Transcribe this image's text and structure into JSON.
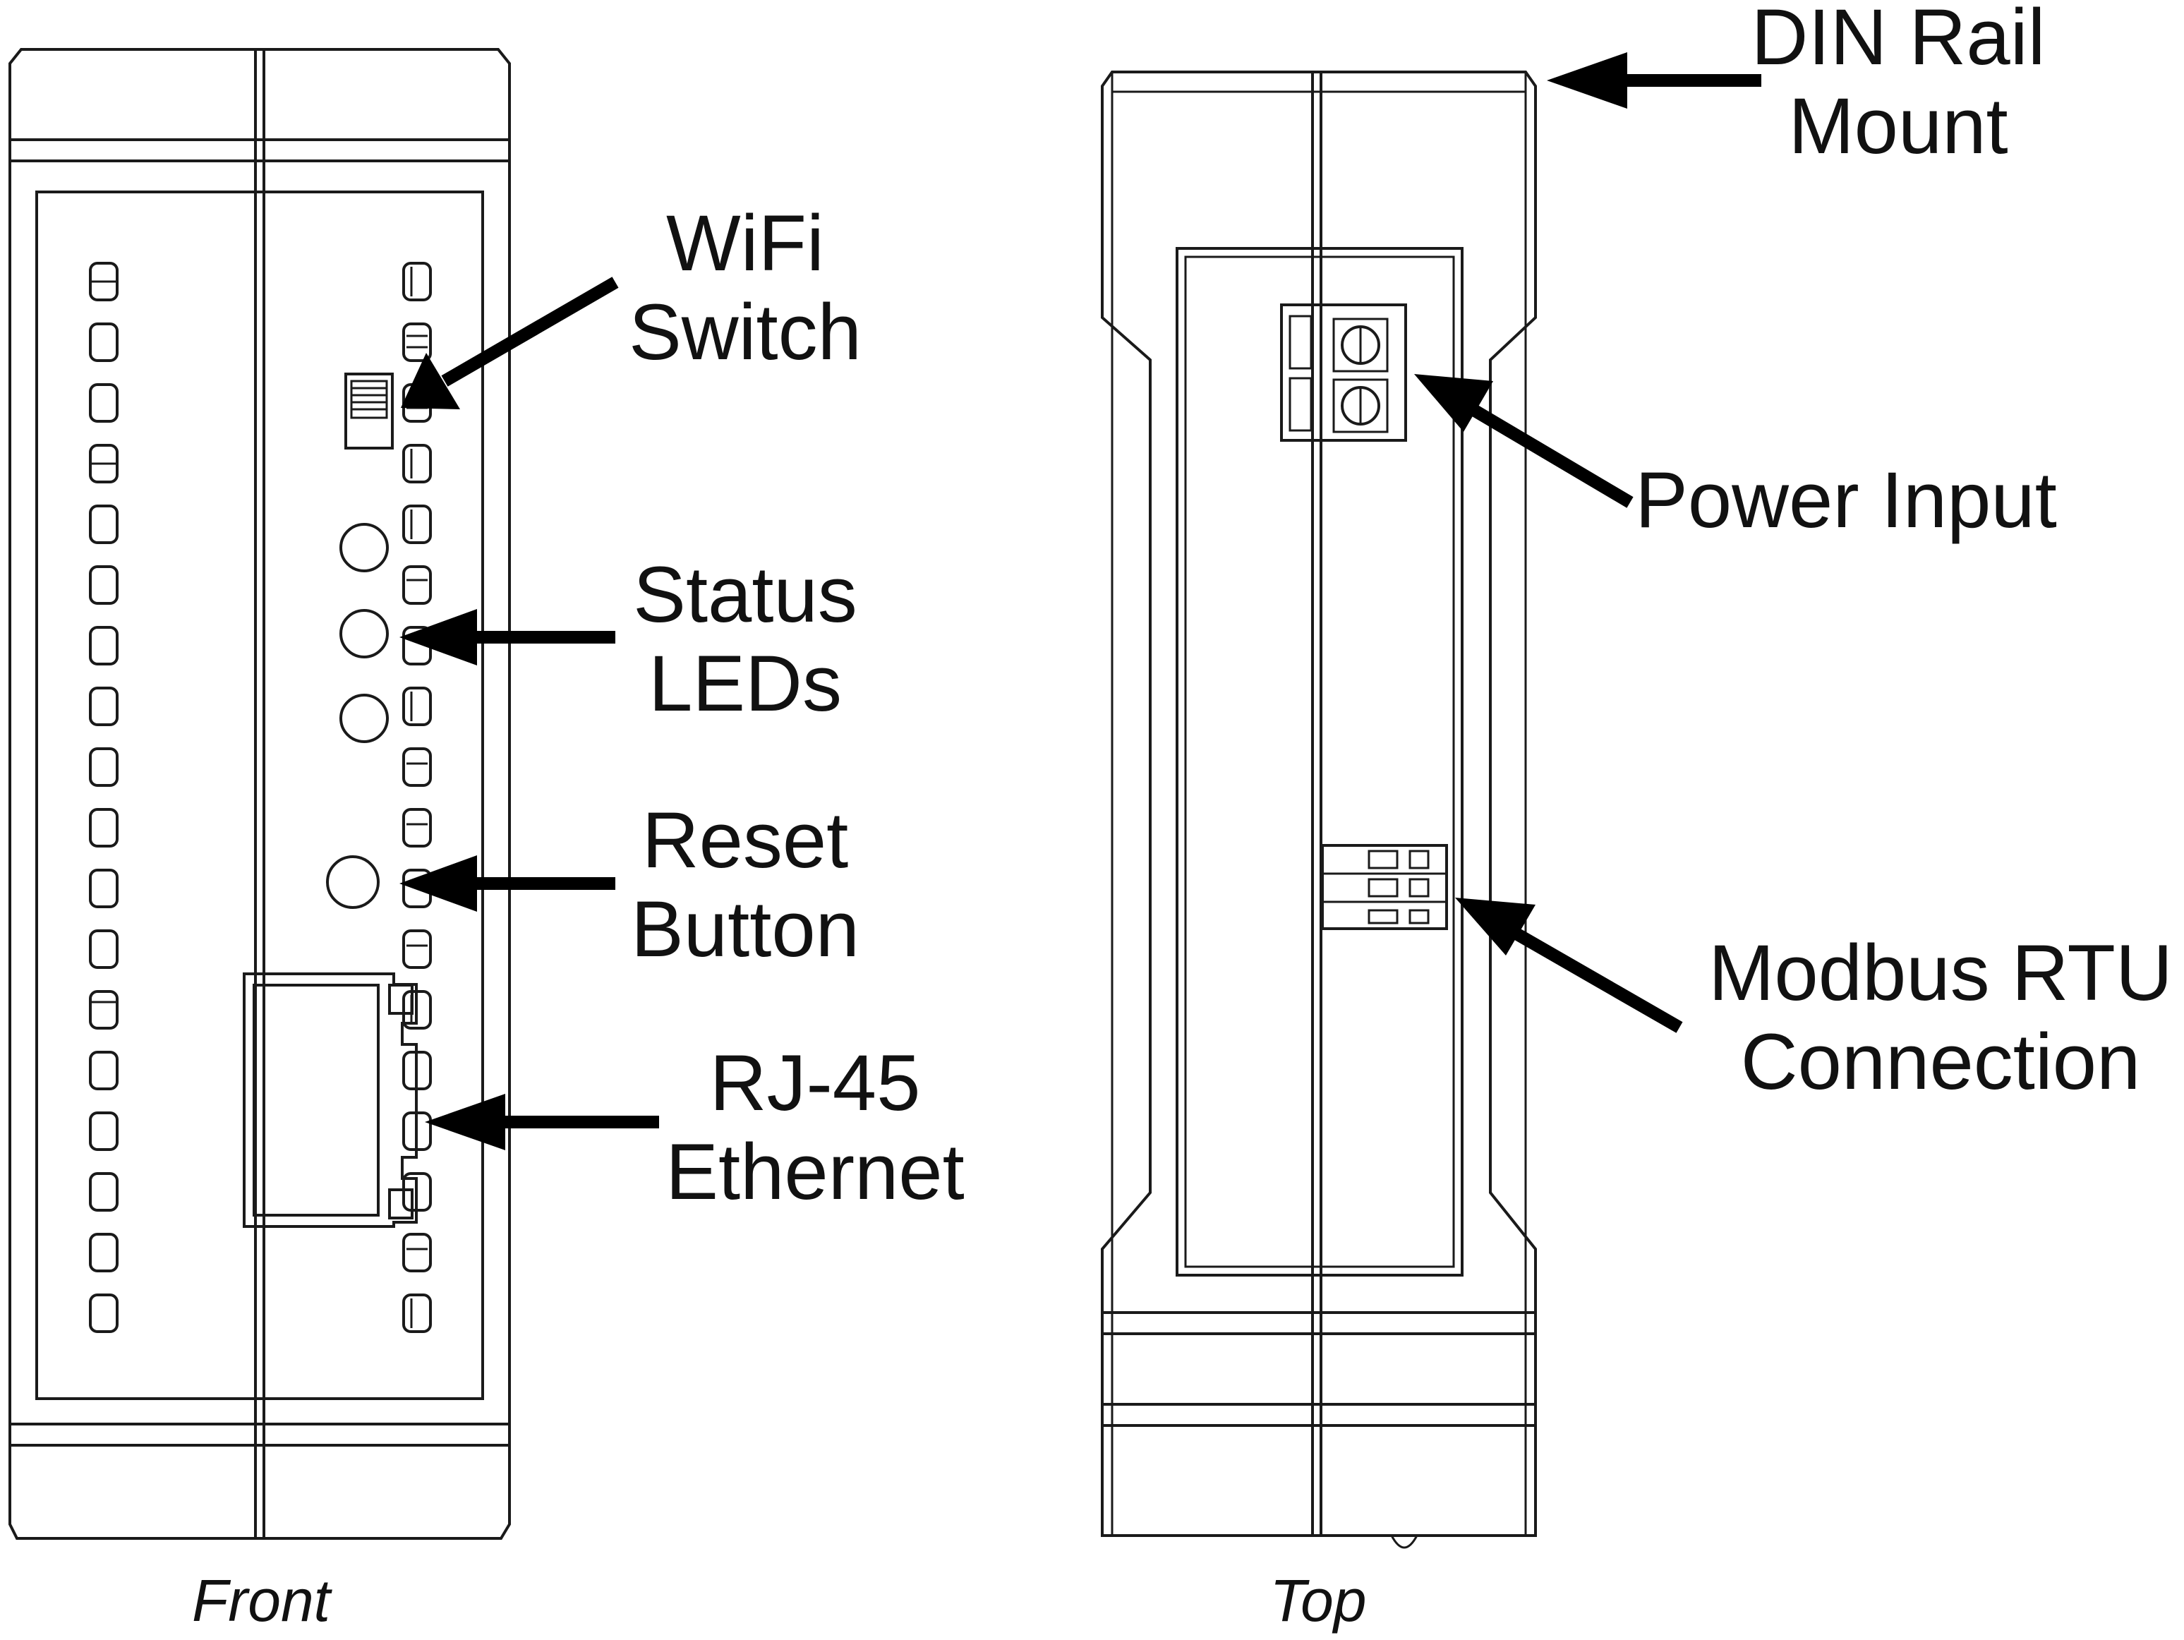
{
  "views": {
    "front_caption": "Front",
    "top_caption": "Top"
  },
  "callouts": {
    "wifi_switch": [
      "WiFi",
      "Switch"
    ],
    "status_leds": [
      "Status",
      "LEDs"
    ],
    "reset_button": [
      "Reset",
      "Button"
    ],
    "rj45_ethernet": [
      "RJ-45",
      "Ethernet"
    ],
    "din_rail_mount": [
      "DIN Rail",
      "Mount"
    ],
    "power_input": [
      "Power Input"
    ],
    "modbus_rtu_connection": [
      "Modbus RTU",
      "Connection"
    ]
  },
  "colors": {
    "line": "#1a1a1a",
    "arrow": "#000000",
    "background": "#ffffff"
  }
}
